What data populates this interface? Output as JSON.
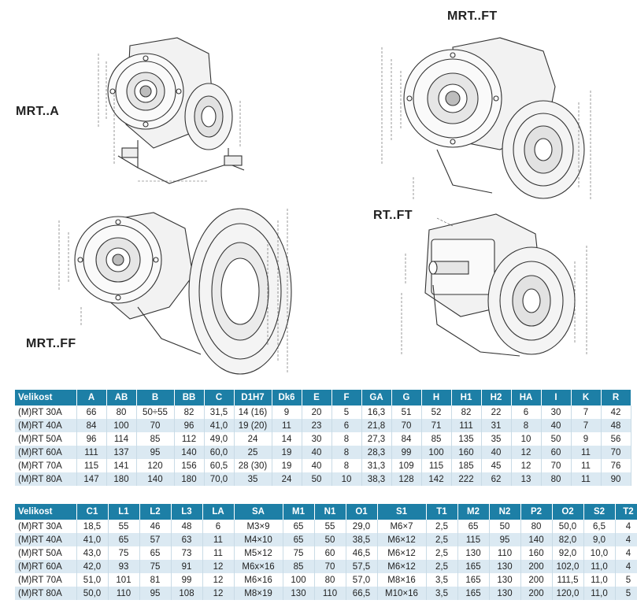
{
  "labels": {
    "mrt_a": "MRT..A",
    "mrt_ft": "MRT..FT",
    "mrt_ff": "MRT..FF",
    "rt_ft": "RT..FT"
  },
  "table1": {
    "headers": [
      "Velikost",
      "A",
      "AB",
      "B",
      "BB",
      "C",
      "D1H7",
      "Dk6",
      "E",
      "F",
      "GA",
      "G",
      "H",
      "H1",
      "H2",
      "HA",
      "I",
      "K",
      "R"
    ],
    "rows": [
      [
        "(M)RT 30A",
        "66",
        "80",
        "50÷55",
        "82",
        "31,5",
        "14 (16)",
        "9",
        "20",
        "5",
        "16,3",
        "51",
        "52",
        "82",
        "22",
        "6",
        "30",
        "7",
        "42"
      ],
      [
        "(M)RT 40A",
        "84",
        "100",
        "70",
        "96",
        "41,0",
        "19 (20)",
        "11",
        "23",
        "6",
        "21,8",
        "70",
        "71",
        "111",
        "31",
        "8",
        "40",
        "7",
        "48"
      ],
      [
        "(M)RT 50A",
        "96",
        "114",
        "85",
        "112",
        "49,0",
        "24",
        "14",
        "30",
        "8",
        "27,3",
        "84",
        "85",
        "135",
        "35",
        "10",
        "50",
        "9",
        "56"
      ],
      [
        "(M)RT 60A",
        "111",
        "137",
        "95",
        "140",
        "60,0",
        "25",
        "19",
        "40",
        "8",
        "28,3",
        "99",
        "100",
        "160",
        "40",
        "12",
        "60",
        "11",
        "70"
      ],
      [
        "(M)RT 70A",
        "115",
        "141",
        "120",
        "156",
        "60,5",
        "28 (30)",
        "19",
        "40",
        "8",
        "31,3",
        "109",
        "115",
        "185",
        "45",
        "12",
        "70",
        "11",
        "76"
      ],
      [
        "(M)RT 80A",
        "147",
        "180",
        "140",
        "180",
        "70,0",
        "35",
        "24",
        "50",
        "10",
        "38,3",
        "128",
        "142",
        "222",
        "62",
        "13",
        "80",
        "11",
        "90"
      ]
    ]
  },
  "table2": {
    "headers": [
      "Velikost",
      "C1",
      "L1",
      "L2",
      "L3",
      "LA",
      "SA",
      "M1",
      "N1",
      "O1",
      "S1",
      "T1",
      "M2",
      "N2",
      "P2",
      "O2",
      "S2",
      "T2"
    ],
    "rows": [
      [
        "(M)RT 30A",
        "18,5",
        "55",
        "46",
        "48",
        "6",
        "M3×9",
        "65",
        "55",
        "29,0",
        "M6×7",
        "2,5",
        "65",
        "50",
        "80",
        "50,0",
        "6,5",
        "4"
      ],
      [
        "(M)RT 40A",
        "41,0",
        "65",
        "57",
        "63",
        "11",
        "M4×10",
        "65",
        "50",
        "38,5",
        "M6×12",
        "2,5",
        "115",
        "95",
        "140",
        "82,0",
        "9,0",
        "4"
      ],
      [
        "(M)RT 50A",
        "43,0",
        "75",
        "65",
        "73",
        "11",
        "M5×12",
        "75",
        "60",
        "46,5",
        "M6×12",
        "2,5",
        "130",
        "110",
        "160",
        "92,0",
        "10,0",
        "4"
      ],
      [
        "(M)RT 60A",
        "42,0",
        "93",
        "75",
        "91",
        "12",
        "M6x×16",
        "85",
        "70",
        "57,5",
        "M6×12",
        "2,5",
        "165",
        "130",
        "200",
        "102,0",
        "11,0",
        "4"
      ],
      [
        "(M)RT 70A",
        "51,0",
        "101",
        "81",
        "99",
        "12",
        "M6×16",
        "100",
        "80",
        "57,0",
        "M8×16",
        "3,5",
        "165",
        "130",
        "200",
        "111,5",
        "11,0",
        "5"
      ],
      [
        "(M)RT 80A",
        "50,0",
        "110",
        "95",
        "108",
        "12",
        "M8×19",
        "130",
        "110",
        "66,5",
        "M10×16",
        "3,5",
        "165",
        "130",
        "200",
        "120,0",
        "11,0",
        "5"
      ]
    ]
  }
}
